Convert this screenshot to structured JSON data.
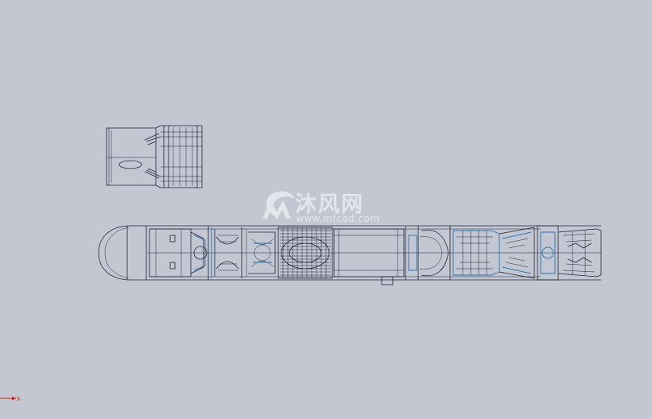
{
  "watermark": {
    "brand_cn": "沐风网",
    "url": "www.mfcad.com"
  },
  "triad": {
    "axis_label": "X",
    "axis_color": "#d01c1c"
  },
  "colors": {
    "background": "#c3c7d2",
    "linework": "#1f2433",
    "highlight": "#2b6fae"
  }
}
